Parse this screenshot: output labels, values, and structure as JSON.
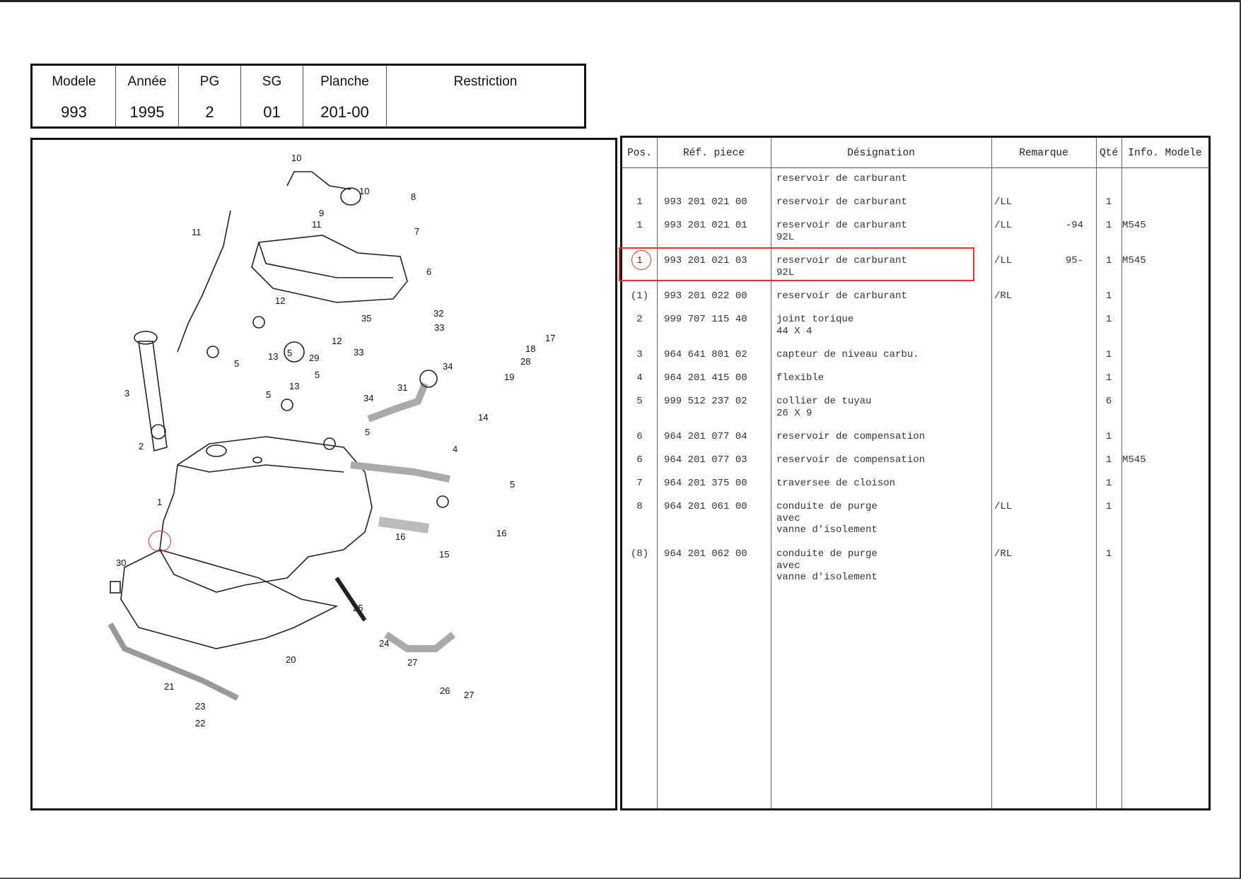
{
  "header": {
    "columns": [
      {
        "label": "Modele",
        "value": "993"
      },
      {
        "label": "Année",
        "value": "1995"
      },
      {
        "label": "PG",
        "value": "2"
      },
      {
        "label": "SG",
        "value": "01"
      },
      {
        "label": "Planche",
        "value": "201-00"
      },
      {
        "label": "Restriction",
        "value": ""
      }
    ]
  },
  "table": {
    "headers": {
      "pos": "Pos.",
      "ref": "Réf. piece",
      "designation": "Désignation",
      "remarque": "Remarque",
      "qty": "Qté",
      "info": "Info. Modele"
    },
    "rows": [
      {
        "pos": "",
        "ref": "",
        "designation": "reservoir de carburant",
        "remarque": "",
        "qty": "",
        "info": ""
      },
      {
        "pos": "1",
        "ref": "993 201 021 00",
        "designation": "reservoir de carburant",
        "remarque": "/LL",
        "qty": "1",
        "info": ""
      },
      {
        "pos": "1",
        "ref": "993 201 021 01",
        "designation": "reservoir de carburant\n92L",
        "remarque": "/LL         -94",
        "qty": "1",
        "info": "M545"
      },
      {
        "pos": "1",
        "ref": "993 201 021 03",
        "designation": "reservoir de carburant\n92L",
        "remarque": "/LL         95-",
        "qty": "1",
        "info": "M545"
      },
      {
        "pos": "(1)",
        "ref": "993 201 022 00",
        "designation": "reservoir de carburant",
        "remarque": "/RL",
        "qty": "1",
        "info": ""
      },
      {
        "pos": "2",
        "ref": "999 707 115 40",
        "designation": "joint torique\n44 X 4",
        "remarque": "",
        "qty": "1",
        "info": ""
      },
      {
        "pos": "3",
        "ref": "964 641 801 02",
        "designation": "capteur de niveau carbu.",
        "remarque": "",
        "qty": "1",
        "info": ""
      },
      {
        "pos": "4",
        "ref": "964 201 415 00",
        "designation": "flexible",
        "remarque": "",
        "qty": "1",
        "info": ""
      },
      {
        "pos": "5",
        "ref": "999 512 237 02",
        "designation": "collier de tuyau\n26 X 9",
        "remarque": "",
        "qty": "6",
        "info": ""
      },
      {
        "pos": "6",
        "ref": "964 201 077 04",
        "designation": "reservoir de compensation",
        "remarque": "",
        "qty": "1",
        "info": ""
      },
      {
        "pos": "6",
        "ref": "964 201 077 03",
        "designation": "reservoir de compensation",
        "remarque": "",
        "qty": "1",
        "info": "M545"
      },
      {
        "pos": "7",
        "ref": "964 201 375 00",
        "designation": "traversee de cloison",
        "remarque": "",
        "qty": "1",
        "info": ""
      },
      {
        "pos": "8",
        "ref": "964 201 061 00",
        "designation": "conduite de purge\navec\nvanne d'isolement",
        "remarque": "/LL",
        "qty": "1",
        "info": ""
      },
      {
        "pos": "(8)",
        "ref": "964 201 062 00",
        "designation": "conduite de purge\navec\nvanne d'isolement",
        "remarque": "/RL",
        "qty": "1",
        "info": ""
      }
    ]
  },
  "diagram": {
    "callouts": [
      "10",
      "8",
      "9",
      "10",
      "11",
      "11",
      "7",
      "6",
      "12",
      "35",
      "32",
      "12",
      "17",
      "33",
      "18",
      "28",
      "5",
      "13",
      "5",
      "29",
      "34",
      "33",
      "31",
      "19",
      "3",
      "34",
      "13",
      "5",
      "5",
      "14",
      "2",
      "5",
      "4",
      "1",
      "5",
      "16",
      "15",
      "16",
      "30",
      "25",
      "24",
      "20",
      "27",
      "26",
      "21",
      "27",
      "23",
      "22"
    ]
  }
}
